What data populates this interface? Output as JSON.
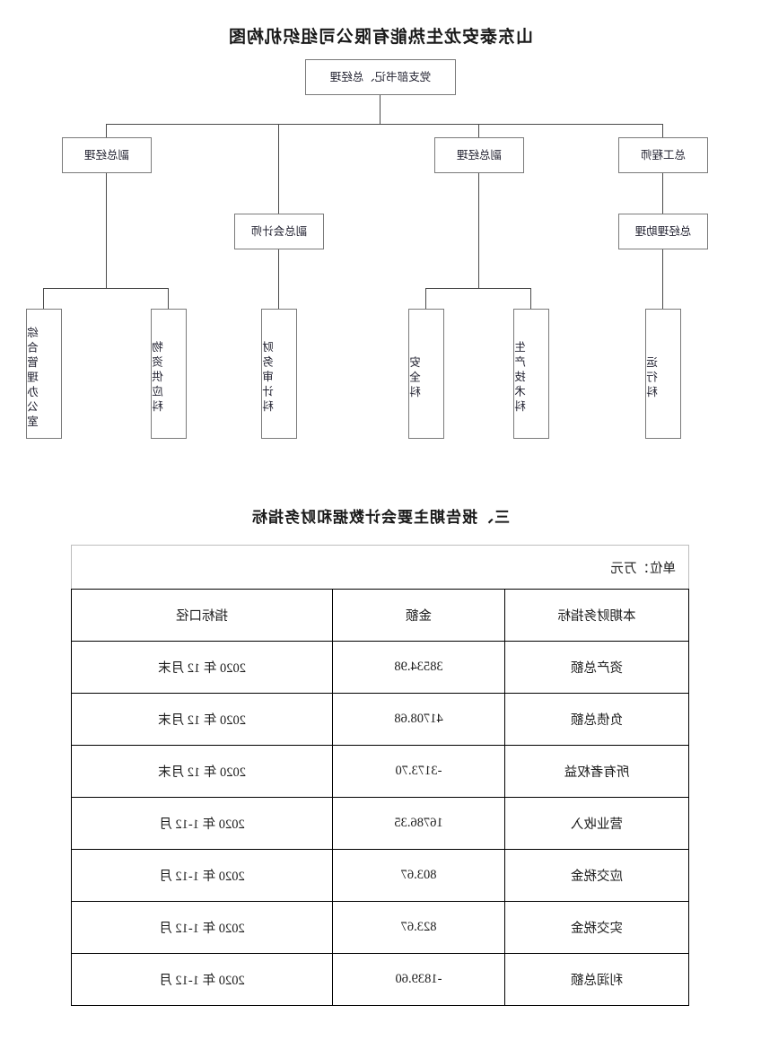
{
  "org_chart": {
    "title": "山东泰安龙生热能有限公司组织机构图",
    "root": {
      "label": "党支部书记、总经理"
    },
    "level2": [
      {
        "label": "总工程师"
      },
      {
        "label": "副总经理"
      },
      {
        "label": "副总经理"
      }
    ],
    "level3": [
      {
        "label": "总经理助理"
      },
      {
        "label": "副总会计师"
      }
    ],
    "departments": [
      {
        "label": "运行科"
      },
      {
        "label": "生产技术科"
      },
      {
        "label": "安全科"
      },
      {
        "label": "财务审计科"
      },
      {
        "label": "物资供应科"
      },
      {
        "label": "综合管理办公室"
      }
    ]
  },
  "section": {
    "heading": "三、报告期主要会计数据和财务指标"
  },
  "table": {
    "unit_note": "单位：万元",
    "columns": [
      "本期财务指标",
      "金额",
      "指标口径"
    ],
    "rows": [
      {
        "indicator": "资产总额",
        "amount": "38534.98",
        "caliber": "2020 年 12 月末"
      },
      {
        "indicator": "负债总额",
        "amount": "41708.68",
        "caliber": "2020 年 12 月末"
      },
      {
        "indicator": "所有者权益",
        "amount": "-3173.70",
        "caliber": "2020 年 12 月末"
      },
      {
        "indicator": "营业收入",
        "amount": "16786.35",
        "caliber": "2020 年 1-12 月"
      },
      {
        "indicator": "应交税金",
        "amount": "803.67",
        "caliber": "2020 年 1-12 月"
      },
      {
        "indicator": "实交税金",
        "amount": "823.67",
        "caliber": "2020 年 1-12 月"
      },
      {
        "indicator": "利润总额",
        "amount": "-1839.60",
        "caliber": "2020 年 1-12 月"
      }
    ]
  },
  "colors": {
    "page_background": "#ffffff",
    "text": "#1a1a1a",
    "node_border": "#7a7a7a",
    "connector": "#4a4a4a",
    "table_border": "#000000"
  }
}
